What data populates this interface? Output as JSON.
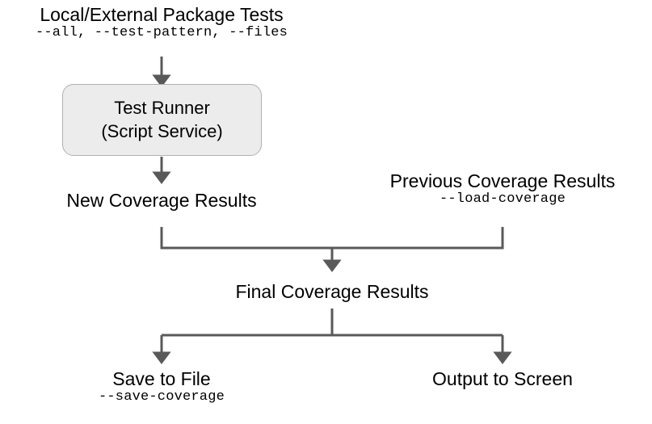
{
  "diagram": {
    "background_color": "#ffffff",
    "edge_color": "#595959",
    "box_fill": "#ececec",
    "box_stroke": "#b0b0b0",
    "text_color": "#000000",
    "nodes": {
      "input": {
        "title": "Local/External Package Tests",
        "flags": "--all, --test-pattern, --files"
      },
      "runner": {
        "line1": "Test Runner",
        "line2": "(Script Service)"
      },
      "new_coverage": {
        "title": "New Coverage Results"
      },
      "previous_coverage": {
        "title": "Previous Coverage Results",
        "flags": "--load-coverage"
      },
      "final_coverage": {
        "title": "Final Coverage Results"
      },
      "save_to_file": {
        "title": "Save to File",
        "flags": "--save-coverage"
      },
      "output_to_screen": {
        "title": "Output to Screen"
      }
    }
  }
}
